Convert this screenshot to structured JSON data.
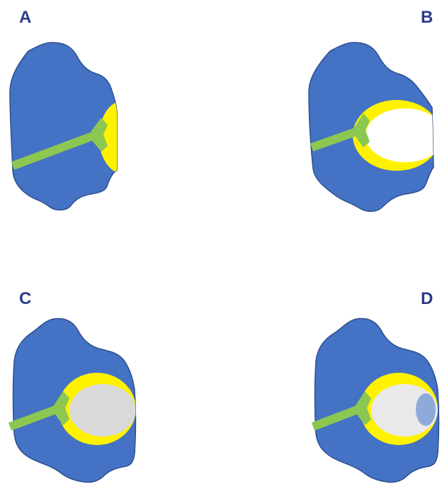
{
  "panels": [
    {
      "label": "A"
    },
    {
      "label": "B"
    },
    {
      "label": "C"
    },
    {
      "label": "D"
    }
  ],
  "colors": {
    "label": "#2b3a8a",
    "tissue_fill": "#4472c4",
    "tissue_stroke": "#2e4f8f",
    "duct": "#8cc751",
    "rim": "#fff200",
    "cavity_open": "#ffffff",
    "cavity_filled": "#d9d9d9",
    "cavity_filled_light": "#e9e9ea",
    "droplet": "#8eaadb"
  },
  "icons": {
    "tissue": "tissue-blob-icon",
    "duct": "branching-duct-icon"
  }
}
